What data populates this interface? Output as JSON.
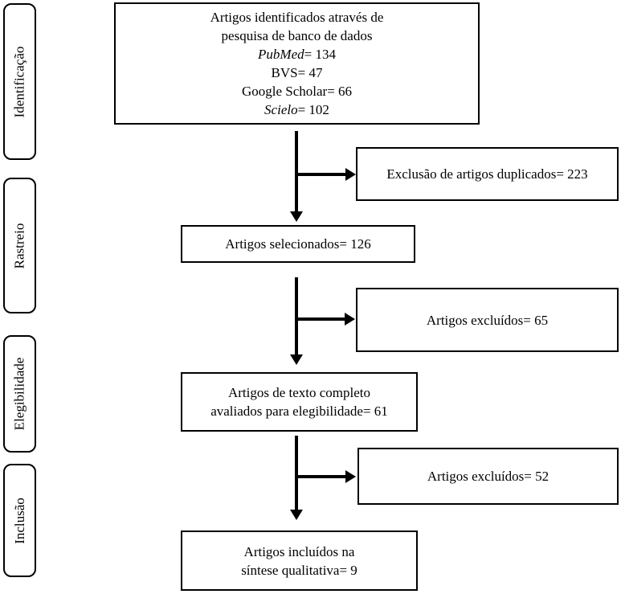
{
  "colors": {
    "ink": "#000000",
    "paper": "#ffffff"
  },
  "stages": [
    {
      "label": "Identificação"
    },
    {
      "label": "Rastreio"
    },
    {
      "label": "Elegibilidade"
    },
    {
      "label": "Inclusão"
    }
  ],
  "flow": {
    "identified": {
      "line1": "Artigos identificados através de",
      "line2": "pesquisa de banco de dados",
      "sources": [
        {
          "name": "PubMed",
          "count": "= 134"
        },
        {
          "name": "BVS",
          "count": "= 47"
        },
        {
          "name": "Google Scholar",
          "count": "= 66"
        },
        {
          "name": "Scielo",
          "count": "= 102"
        }
      ]
    },
    "duplicates_excluded": {
      "label": "Exclusão de artigos duplicados= 223"
    },
    "selected": {
      "label": "Artigos selecionados= 126"
    },
    "excluded_screening": {
      "label": "Artigos excluídos= 65"
    },
    "fulltext": {
      "line1": "Artigos de texto completo",
      "line2": "avaliados para elegibilidade= 61"
    },
    "excluded_eligibility": {
      "label": "Artigos excluídos= 52"
    },
    "included": {
      "line1": "Artigos incluídos na",
      "line2": "síntese qualitativa= 9"
    }
  }
}
